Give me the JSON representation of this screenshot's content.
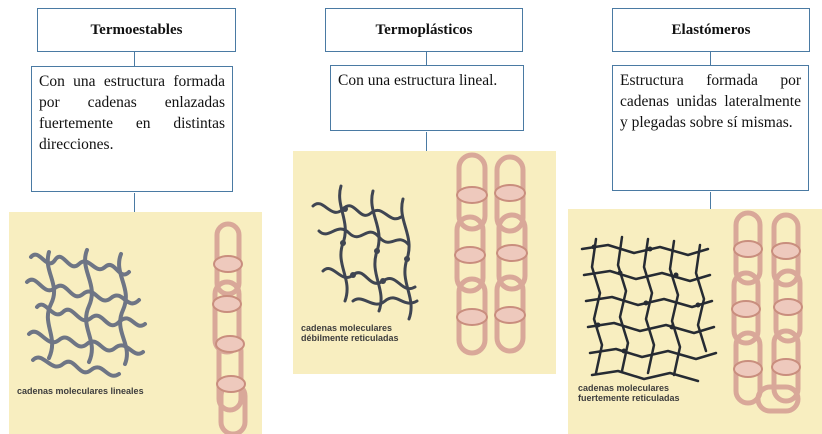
{
  "columns": [
    {
      "title": "Termoestables",
      "description": "Con una estructura formada por cadenas enlazadas fuertemente en distintas direcciones.",
      "caption": "cadenas moleculares lineales"
    },
    {
      "title": "Termoplásticos",
      "description": "Con una estructura lineal.",
      "caption": "cadenas moleculares\ndébilmente reticuladas"
    },
    {
      "title": "Elastómeros",
      "description": "Estructura formada por cadenas unidas lateralmente y plegadas sobre sí mismas.",
      "caption": "cadenas moleculares\nfuertemente reticuladas"
    }
  ],
  "colors": {
    "box_border": "#4a7aa3",
    "panel_background": "#f8eec0",
    "chain": "#6e7585",
    "link": "#d9a899"
  }
}
